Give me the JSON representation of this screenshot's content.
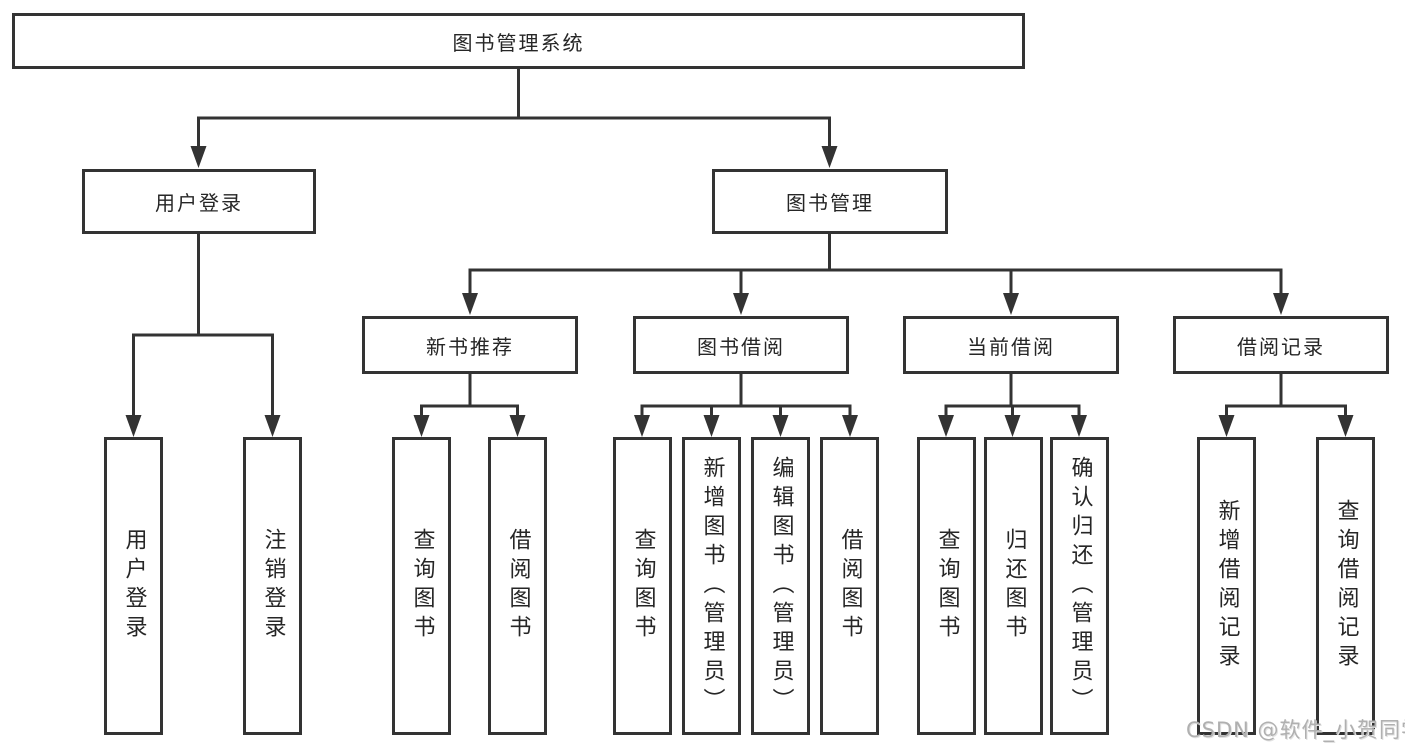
{
  "diagram_title": "图书管理系统",
  "nodes": {
    "root": "图书管理系统",
    "user_login": "用户登录",
    "book_management": "图书管理",
    "new_book_recommend": "新书推荐",
    "book_borrow": "图书借阅",
    "current_borrow": "当前借阅",
    "borrow_records": "借阅记录"
  },
  "leaves": {
    "user_login": [
      "用户登录",
      "注销登录"
    ],
    "new_book_recommend": [
      "查询图书",
      "借阅图书"
    ],
    "book_borrow": [
      "查询图书",
      "新增图书（管理员）",
      "编辑图书（管理员）",
      "借阅图书"
    ],
    "current_borrow": [
      "查询图书",
      "归还图书",
      "确认归还（管理员）"
    ],
    "borrow_records": [
      "新增借阅记录",
      "查询借阅记录"
    ]
  },
  "watermark": "CSDN @软件_小贺同学",
  "colors": {
    "line": "#333333",
    "border": "#333333",
    "text": "#262626",
    "watermark": "#b0b0b0",
    "background": "#ffffff"
  }
}
